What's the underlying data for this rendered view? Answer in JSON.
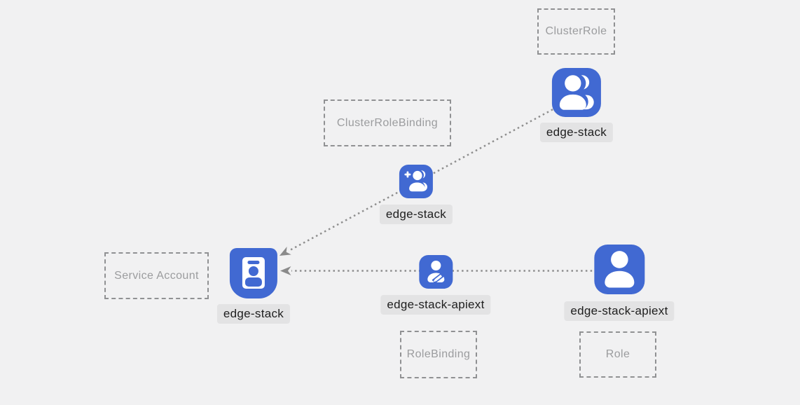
{
  "diagram": {
    "boxes": {
      "cluster_role": {
        "label": "ClusterRole"
      },
      "cluster_role_binding": {
        "label": "ClusterRoleBinding"
      },
      "service_account": {
        "label": "Service Account"
      },
      "role_binding": {
        "label": "RoleBinding"
      },
      "role": {
        "label": "Role"
      }
    },
    "nodes": {
      "cluster_role": {
        "label": "edge-stack",
        "icon": "users-icon"
      },
      "cluster_role_binding": {
        "label": "edge-stack",
        "icon": "user-add-icon"
      },
      "service_account": {
        "label": "edge-stack",
        "icon": "id-badge-icon"
      },
      "role_binding": {
        "label": "edge-stack-apiext",
        "icon": "user-edit-icon"
      },
      "role": {
        "label": "edge-stack-apiext",
        "icon": "user-icon"
      }
    },
    "connectors": [
      {
        "from": "cluster_role",
        "through": "cluster_role_binding",
        "to": "service_account",
        "style": "dotted-arrow"
      },
      {
        "from": "role",
        "through": "role_binding",
        "to": "service_account",
        "style": "dotted-arrow"
      }
    ],
    "colors": {
      "background": "#f1f1f2",
      "node_blue": "#4169d2",
      "glyph_white": "#ffffff",
      "label_pill_bg": "#e3e3e4",
      "label_text": "#1e1e1e",
      "box_border": "#909193",
      "box_text": "#9b9c9e",
      "connector": "#8e8e8e",
      "arrow": "#8a8a8a"
    }
  }
}
